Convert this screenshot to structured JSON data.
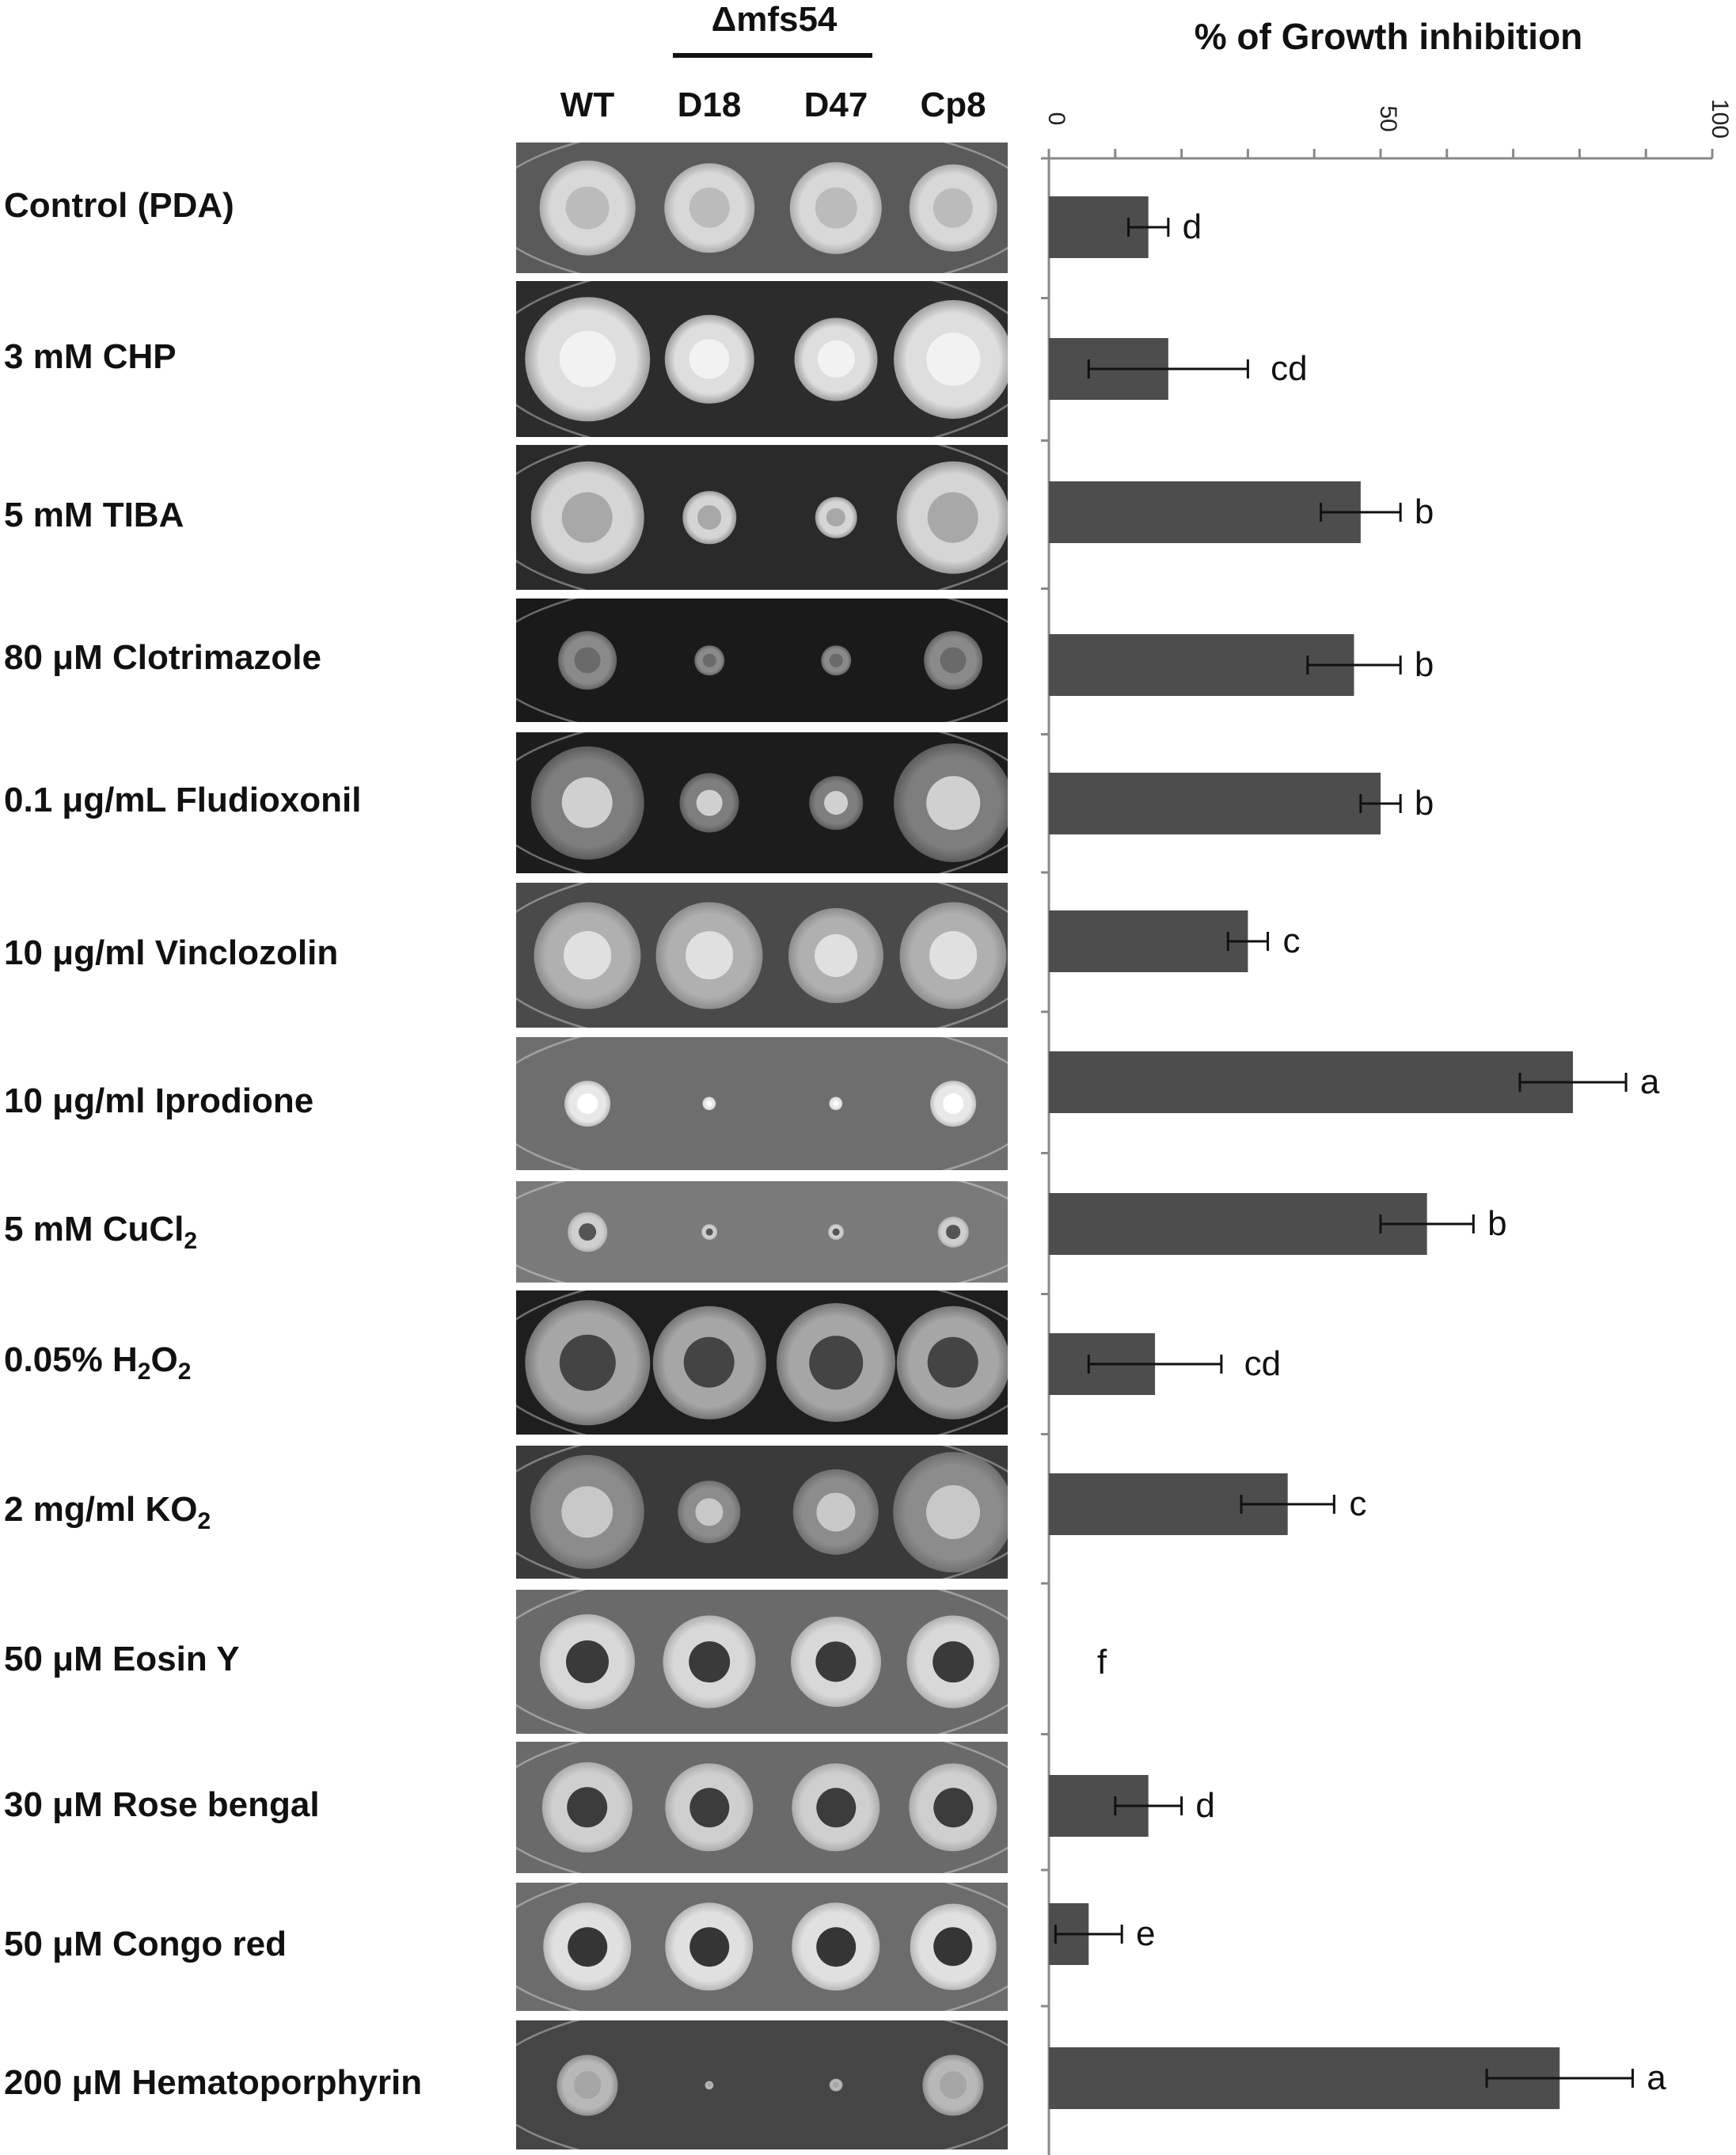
{
  "header": {
    "mutant_group": "Δmfs54",
    "strains": [
      "WT",
      "D18",
      "D47",
      "Cp8"
    ]
  },
  "rows": [
    {
      "label": "Control (PDA)",
      "label_parts": [
        [
          "Control (PDA)",
          ""
        ]
      ],
      "bg": "#5a5a5a",
      "colony": "#d8d8d8",
      "sizes": [
        0.85,
        0.8,
        0.82,
        0.78
      ],
      "core": "#bbbbbb"
    },
    {
      "label": "3 mM CHP",
      "label_parts": [
        [
          "3 mM CHP",
          ""
        ]
      ],
      "bg": "#2c2c2c",
      "colony": "#dedede",
      "sizes": [
        1.05,
        0.75,
        0.7,
        1.0
      ],
      "core": "#f2f2f2"
    },
    {
      "label": "5 mM TIBA",
      "label_parts": [
        [
          "5 mM TIBA",
          ""
        ]
      ],
      "bg": "#2a2a2a",
      "colony": "#d5d5d5",
      "sizes": [
        0.95,
        0.45,
        0.35,
        0.95
      ],
      "core": "#a8a8a8"
    },
    {
      "label": "80 μM Clotrimazole",
      "label_parts": [
        [
          "80 μM Clotrimazole",
          ""
        ]
      ],
      "bg": "#1a1a1a",
      "colony": "#8a8a8a",
      "sizes": [
        0.55,
        0.28,
        0.28,
        0.55
      ],
      "core": "#6a6a6a"
    },
    {
      "label": "0.1 μg/mL Fludioxonil",
      "label_parts": [
        [
          "0.1 μg/mL Fludioxonil",
          ""
        ]
      ],
      "bg": "#1c1c1c",
      "colony": "#7e7e7e",
      "sizes": [
        0.95,
        0.5,
        0.45,
        1.0
      ],
      "core": "#d0d0d0"
    },
    {
      "label": "10 μg/ml Vinclozolin",
      "label_parts": [
        [
          "10 μg/ml  Vinclozolin",
          ""
        ]
      ],
      "bg": "#4a4a4a",
      "colony": "#b0b0b0",
      "sizes": [
        0.9,
        0.9,
        0.8,
        0.9
      ],
      "core": "#e0e0e0"
    },
    {
      "label": "10 μg/ml Iprodione",
      "label_parts": [
        [
          "10 μg/ml  Iprodione",
          ""
        ]
      ],
      "bg": "#6e6e6e",
      "colony": "#e8e8e8",
      "sizes": [
        0.4,
        0.12,
        0.12,
        0.4
      ],
      "core": "#ffffff"
    },
    {
      "label": "5 mM CuCl2",
      "label_parts": [
        [
          "5 mM CuCl",
          ""
        ],
        [
          "2",
          "sub"
        ]
      ],
      "bg": "#7a7a7a",
      "colony": "#cfcfcf",
      "sizes": [
        0.45,
        0.18,
        0.18,
        0.35
      ],
      "core": "#555555"
    },
    {
      "label": "0.05% H2O2",
      "label_parts": [
        [
          "0.05% H",
          ""
        ],
        [
          "2",
          "sub"
        ],
        [
          "O",
          ""
        ],
        [
          "2",
          "sub"
        ]
      ],
      "bg": "#1e1e1e",
      "colony": "#a6a6a6",
      "sizes": [
        1.05,
        0.95,
        1.0,
        0.95
      ],
      "core": "#444444"
    },
    {
      "label": "2 mg/ml KO2",
      "label_parts": [
        [
          "2 mg/ml KO",
          ""
        ],
        [
          "2",
          "sub"
        ]
      ],
      "bg": "#3a3a3a",
      "colony": "#8c8c8c",
      "sizes": [
        1.0,
        0.55,
        0.75,
        1.05
      ],
      "core": "#c8c8c8"
    },
    {
      "label": "50 μM Eosin Y",
      "label_parts": [
        [
          "50 μM Eosin Y",
          ""
        ]
      ],
      "bg": "#6a6a6a",
      "colony": "#d8d8d8",
      "sizes": [
        0.8,
        0.78,
        0.76,
        0.78
      ],
      "core": "#3a3a3a"
    },
    {
      "label": "30 μM Rose bengal",
      "label_parts": [
        [
          "30 μM  Rose bengal",
          ""
        ]
      ],
      "bg": "#6a6a6a",
      "colony": "#cfcfcf",
      "sizes": [
        0.8,
        0.78,
        0.78,
        0.78
      ],
      "core": "#3c3c3c"
    },
    {
      "label": "50 μM Congo red",
      "label_parts": [
        [
          "50 μM Congo red",
          ""
        ]
      ],
      "bg": "#6c6c6c",
      "colony": "#e0e0e0",
      "sizes": [
        0.8,
        0.8,
        0.8,
        0.78
      ],
      "core": "#353535"
    },
    {
      "label": "200 μM Hematoporphyrin",
      "label_parts": [
        [
          "200 μM Hematoporphyrin",
          ""
        ]
      ],
      "bg": "#454545",
      "colony": "#b8b8b8",
      "sizes": [
        0.55,
        0.08,
        0.12,
        0.55
      ],
      "core": "#a6a6a6"
    }
  ],
  "chart_data": {
    "type": "bar",
    "orientation": "horizontal",
    "title": "% of Growth inhibition",
    "xlim": [
      0,
      100
    ],
    "ticks": [
      "0",
      "50",
      "100"
    ],
    "tick_values": [
      0,
      50,
      100
    ],
    "minor_tick_step": 10,
    "bar_color": "#4d4d4d",
    "categories": [
      "Control (PDA)",
      "3 mM CHP",
      "5 mM TIBA",
      "80 μM Clotrimazole",
      "0.1 μg/mL Fludioxonil",
      "10 μg/ml Vinclozolin",
      "10 μg/ml Iprodione",
      "5 mM CuCl2",
      "0.05% H2O2",
      "2 mg/ml KO2",
      "50 μM Eosin Y",
      "30 μM Rose bengal",
      "50 μM Congo red",
      "200 μM Hematoporphyrin"
    ],
    "values": [
      15,
      18,
      47,
      46,
      50,
      30,
      79,
      57,
      16,
      36,
      0,
      15,
      6,
      77
    ],
    "errors": [
      3,
      12,
      6,
      7,
      3,
      3,
      8,
      7,
      10,
      7,
      0,
      5,
      5,
      11
    ],
    "letters": [
      "d",
      "cd",
      "b",
      "b",
      "b",
      "c",
      "a",
      "b",
      "cd",
      "c",
      "f",
      "d",
      "e",
      "a"
    ]
  }
}
